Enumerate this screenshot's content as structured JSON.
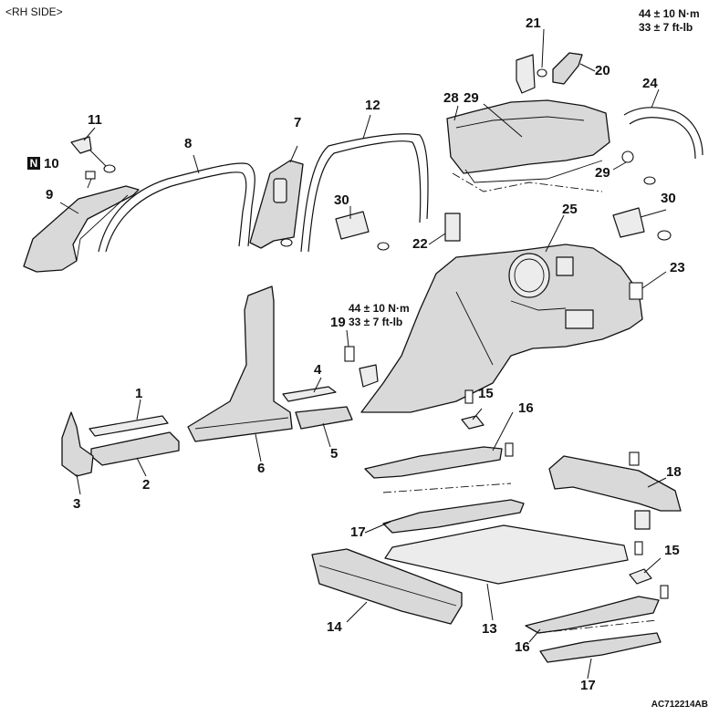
{
  "header": {
    "side_label": "<RH SIDE>"
  },
  "torque_upper": {
    "line1": "44 ± 10 N·m",
    "line2": "33 ± 7 ft-lb"
  },
  "torque_lower": {
    "line1": "44 ± 10 N·m",
    "line2": "33 ± 7 ft-lb"
  },
  "badge": {
    "symbol": "N"
  },
  "figure_code": "AC712214AB",
  "callouts": {
    "c1": "1",
    "c2": "2",
    "c3": "3",
    "c4": "4",
    "c5": "5",
    "c6": "6",
    "c7": "7",
    "c8": "8",
    "c9": "9",
    "c10": "10",
    "c11": "11",
    "c12": "12",
    "c13": "13",
    "c14": "14",
    "c15a": "15",
    "c15b": "15",
    "c16a": "16",
    "c16b": "16",
    "c17a": "17",
    "c17b": "17",
    "c18": "18",
    "c19": "19",
    "c20": "20",
    "c21": "21",
    "c22": "22",
    "c23": "23",
    "c24": "24",
    "c25": "25",
    "c28": "28",
    "c29a": "29",
    "c29b": "29",
    "c30a": "30",
    "c30b": "30"
  }
}
